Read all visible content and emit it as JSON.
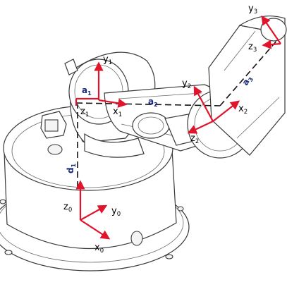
{
  "frames": [
    {
      "id": "0",
      "x_label": "x",
      "x_sub": "0",
      "y_label": "y",
      "y_sub": "0",
      "z_label": "z",
      "z_sub": "0"
    },
    {
      "id": "1",
      "x_label": "x",
      "x_sub": "1",
      "y_label": "y",
      "y_sub": "1",
      "z_label": "z",
      "z_sub": "1"
    },
    {
      "id": "2",
      "x_label": "x",
      "x_sub": "2",
      "y_label": "y",
      "y_sub": "2",
      "z_label": "z",
      "z_sub": "2"
    },
    {
      "id": "3",
      "y_label": "y",
      "y_sub": "3",
      "z_label": "z",
      "z_sub": "3"
    }
  ],
  "dimensions": {
    "d1": {
      "label": "d",
      "sub": "1"
    },
    "a1": {
      "label": "a",
      "sub": "1"
    },
    "a2": {
      "label": "a",
      "sub": "2"
    },
    "a3": {
      "label": "a",
      "sub": "3"
    }
  },
  "colors": {
    "axis": "#e0142b",
    "dimension_text": "#1a2a7a",
    "outline": "#3a3a3a"
  }
}
